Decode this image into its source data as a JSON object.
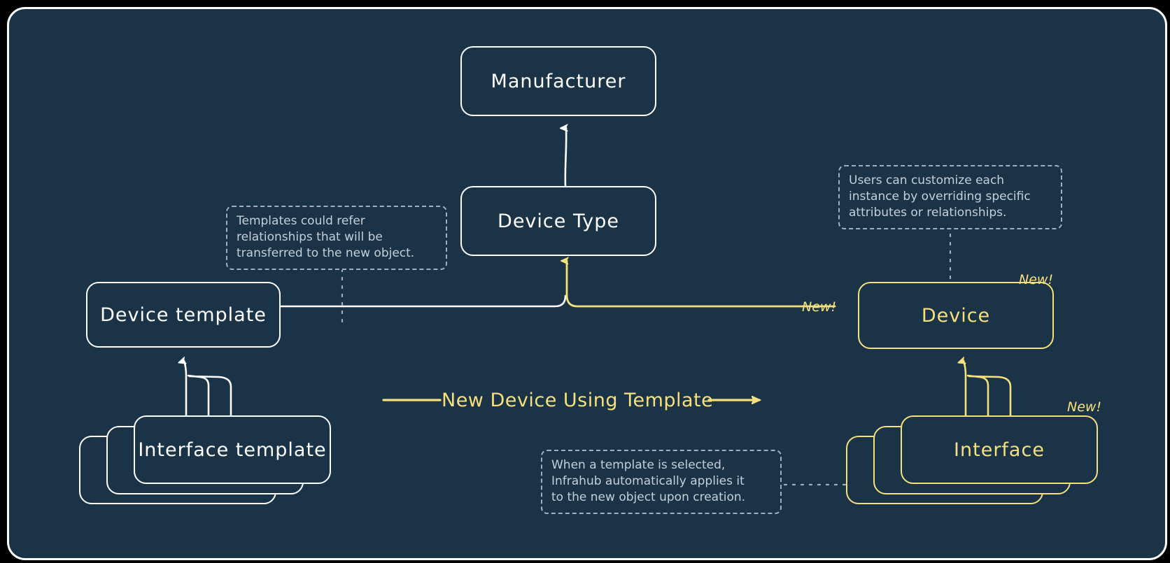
{
  "diagram": {
    "title": "Infrahub object templates",
    "background_color": "#1b3347",
    "accent_color": "#f6e07c",
    "line_color": "#ffffff",
    "note_color": "#c3d0da"
  },
  "nodes": {
    "manufacturer": {
      "label": "Manufacturer",
      "style": "white"
    },
    "device_type": {
      "label": "Device Type",
      "style": "white"
    },
    "device_template": {
      "label": "Device template",
      "style": "white"
    },
    "interface_template": {
      "label": "Interface template",
      "style": "white"
    },
    "device": {
      "label": "Device",
      "style": "yellow"
    },
    "interface": {
      "label": "Interface",
      "style": "yellow"
    }
  },
  "badges": {
    "device_new": "New!",
    "device_edge_new": "New!",
    "interface_new": "New!"
  },
  "edges": {
    "main_flow_label": "New Device Using Template"
  },
  "notes": {
    "templates_refer": [
      "Templates could refer",
      "relationships that will be",
      "transferred to the new object."
    ],
    "users_customize": [
      "Users can customize each",
      "instance by overriding specific",
      "attributes or relationships."
    ],
    "auto_apply": [
      "When a template is selected,",
      "Infrahub automatically applies it",
      "to the new object upon creation."
    ]
  }
}
